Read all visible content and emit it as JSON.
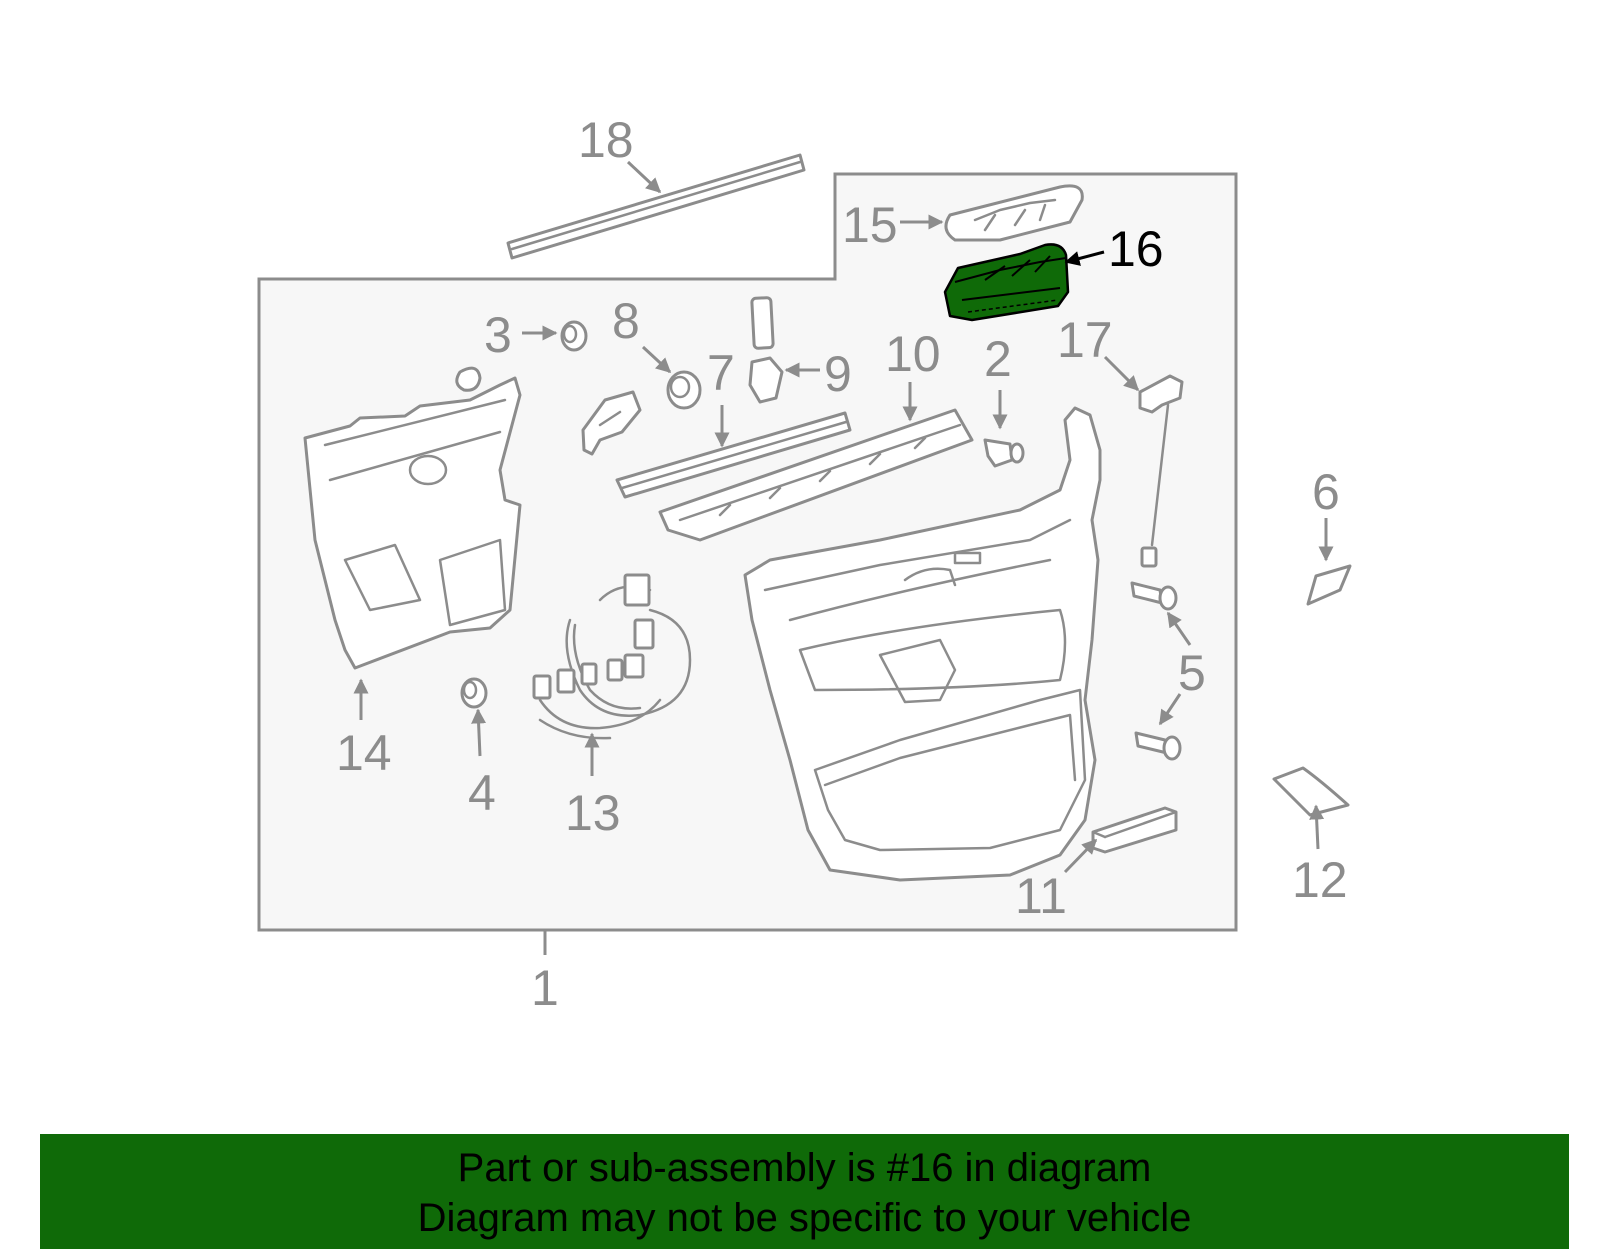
{
  "diagram": {
    "highlight_color": "#0f6a08",
    "line_color": "#8c8c8c",
    "highlighted_part": "16",
    "callouts": {
      "c1": "1",
      "c2": "2",
      "c3": "3",
      "c4": "4",
      "c5": "5",
      "c6": "6",
      "c7": "7",
      "c8": "8",
      "c9": "9",
      "c10": "10",
      "c11": "11",
      "c12": "12",
      "c13": "13",
      "c14": "14",
      "c15": "15",
      "c16": "16",
      "c17": "17",
      "c18": "18"
    }
  },
  "banner": {
    "line1": "Part or sub-assembly is #16 in diagram",
    "line2": "Diagram may not be specific to your vehicle",
    "background": "#0f6a08"
  }
}
